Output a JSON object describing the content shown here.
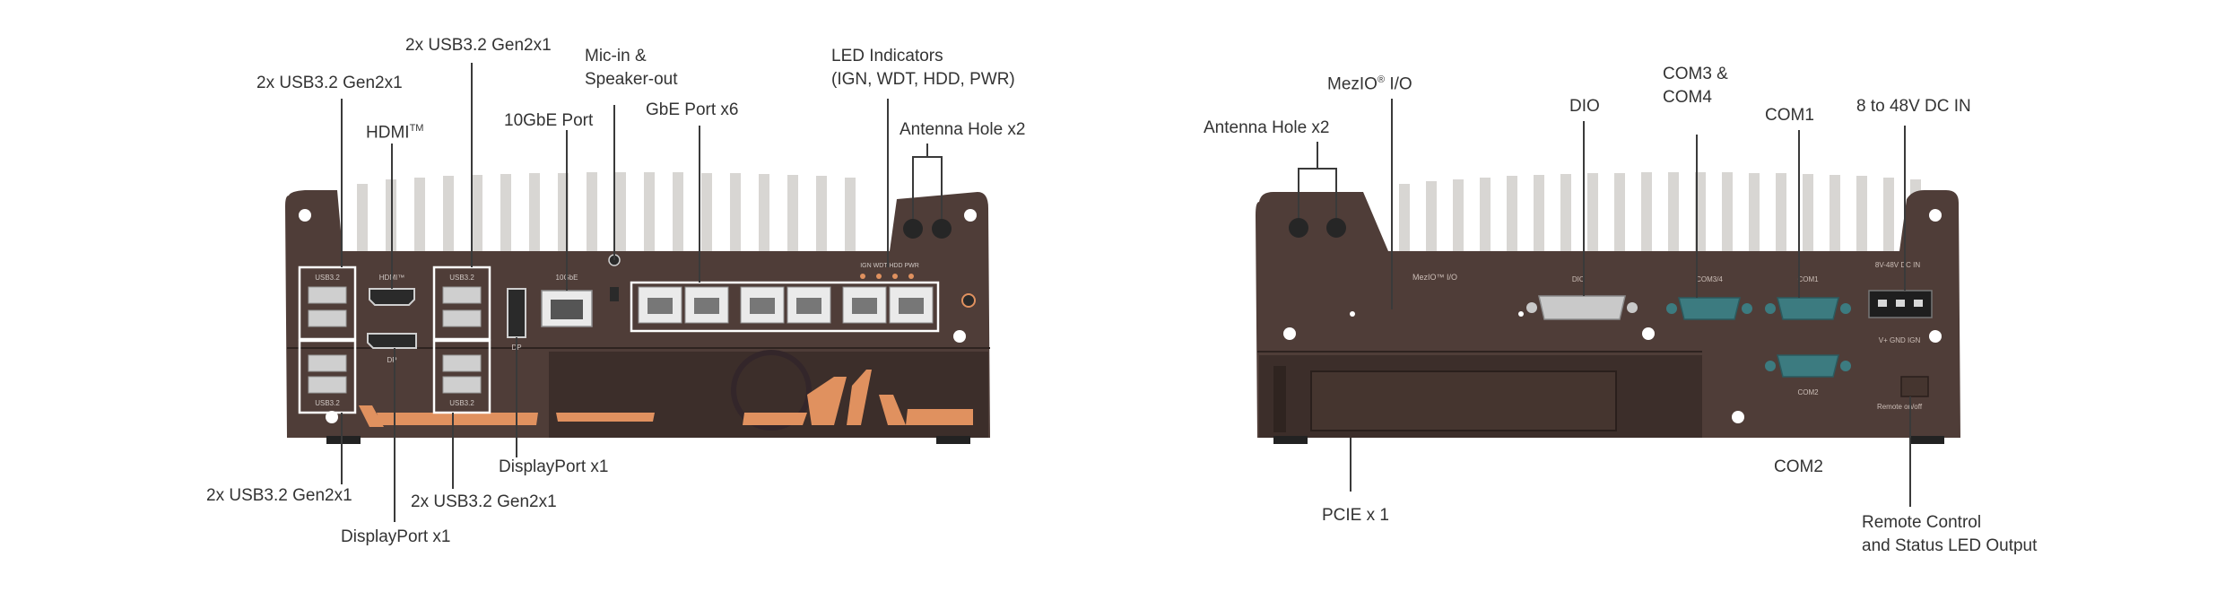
{
  "front_panel": {
    "callouts": {
      "usb_top_left": "2x USB3.2 Gen2x1",
      "usb_top_mid": "2x USB3.2 Gen2x1",
      "hdmi_prefix": "HDMI",
      "hdmi_tm": "TM",
      "tengbe": "10GbE Port",
      "mic_line1": "Mic-in &",
      "mic_line2": "Speaker-out",
      "gbe": "GbE Port x6",
      "led_line1": "LED Indicators",
      "led_line2": "(IGN, WDT, HDD, PWR)",
      "antenna": "Antenna Hole x2",
      "usb_bottom_left": "2x USB3.2 Gen2x1",
      "dp_bottom": "DisplayPort x1",
      "usb_bottom_mid": "2x USB3.2 Gen2x1",
      "dp_right": "DisplayPort x1"
    },
    "panel_text": {
      "usb_a": "USB3.2",
      "usb_b": "USB3.2",
      "usb_c": "USB3.2",
      "usb_d": "USB3.2",
      "hdmi": "HDMI™",
      "dp1": "DP",
      "dp2": "DP",
      "tengbe": "10GbE",
      "leds": "IGN WDT HDD PWR"
    }
  },
  "rear_panel": {
    "callouts": {
      "antenna": "Antenna Hole x2",
      "mezio_prefix": "MezIO",
      "mezio_reg": "®",
      "mezio_suffix": " I/O",
      "dio": "DIO",
      "com34_line1": "COM3 &",
      "com34_line2": "COM4",
      "com1": "COM1",
      "dcin": "8 to 48V  DC IN",
      "pcie": "PCIE x 1",
      "com2": "COM2",
      "remote_line1": "Remote Control",
      "remote_line2": "and Status LED Output"
    },
    "panel_text": {
      "mezio": "MezIO™ I/O",
      "dio": "DIO",
      "com34": "COM3/4",
      "com1": "COM1",
      "com2": "COM2",
      "dc_top": "8V-48V  DC IN",
      "dc_bottom": "V+  GND  IGN",
      "remote": "Remote on/off"
    }
  },
  "colors": {
    "chassis": "#4f3d38",
    "chassis_dark": "#3c2e2a",
    "fins": "#d8d6d3",
    "accent": "#e0915f",
    "rj45": "#eaeaea",
    "db9": "#3c7b80",
    "db15": "#c9c9c9",
    "port_outline": "#ffffff",
    "leader": "#3a3a3a"
  }
}
